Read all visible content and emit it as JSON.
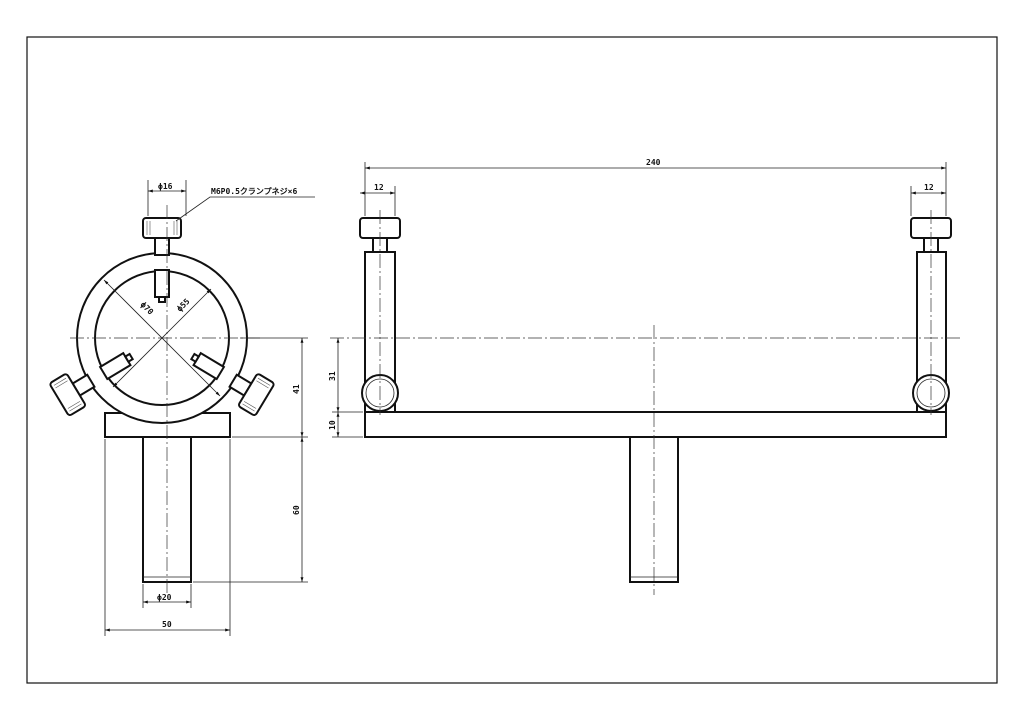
{
  "drawing": {
    "front_view": {
      "dim_knob_diameter": "ϕ16",
      "note_clamp_screw": "M6P0.5クランプネジ×6",
      "dim_outer_diameter": "ϕ70",
      "dim_inner_diameter": "ϕ55",
      "dim_center_height": "41",
      "dim_post_length": "60",
      "dim_post_diameter": "ϕ20",
      "dim_base_width": "50"
    },
    "side_view": {
      "dim_total_length": "240",
      "dim_rod_left": "12",
      "dim_rod_right": "12",
      "dim_rod_center_height": "31",
      "dim_bar_thickness": "10"
    }
  }
}
